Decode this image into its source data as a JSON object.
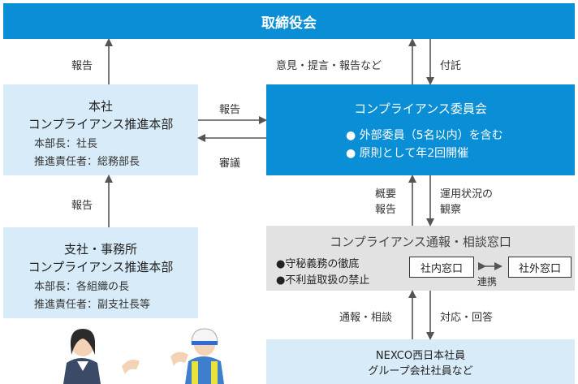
{
  "board": {
    "title": "取締役会"
  },
  "hq": {
    "title1": "本社",
    "title2": "コンプライアンス推進本部",
    "line1": "本部長：社長",
    "line2": "推進責任者：総務部長"
  },
  "branch": {
    "title1": "支社・事務所",
    "title2": "コンプライアンス推進本部",
    "line1": "本部長：各組織の長",
    "line2": "推進責任者：副支社長等"
  },
  "committee": {
    "title": "コンプライアンス委員会",
    "bullet1": "● 外部委員（5名以内）を含む",
    "bullet2": "● 原則として年2回開催"
  },
  "hotline": {
    "title": "コンプライアンス通報・相談窓口",
    "bullet1": "●守秘義務の徹底",
    "bullet2": "●不利益取扱の禁止",
    "internal": "社内窓口",
    "external": "社外窓口",
    "link": "連携"
  },
  "employees": {
    "line1": "NEXCO西日本社員",
    "line2": "グループ会社社員など"
  },
  "labels": {
    "hq_to_board": "報告",
    "committee_to_board": "意見・提言・報告など",
    "board_to_committee": "付託",
    "hq_to_committee": "報告",
    "committee_to_hq": "審議",
    "branch_to_hq": "報告",
    "hotline_to_committee_1": "概要",
    "hotline_to_committee_2": "報告",
    "committee_to_hotline_1": "運用状況の",
    "committee_to_hotline_2": "観察",
    "employees_to_hotline": "通報・相談",
    "hotline_to_employees": "対応・回答"
  },
  "colors": {
    "blue": "#0a8ed6",
    "light_blue": "#d8ebf8",
    "gray": "#e2e2e2",
    "arrow": "#555555"
  }
}
